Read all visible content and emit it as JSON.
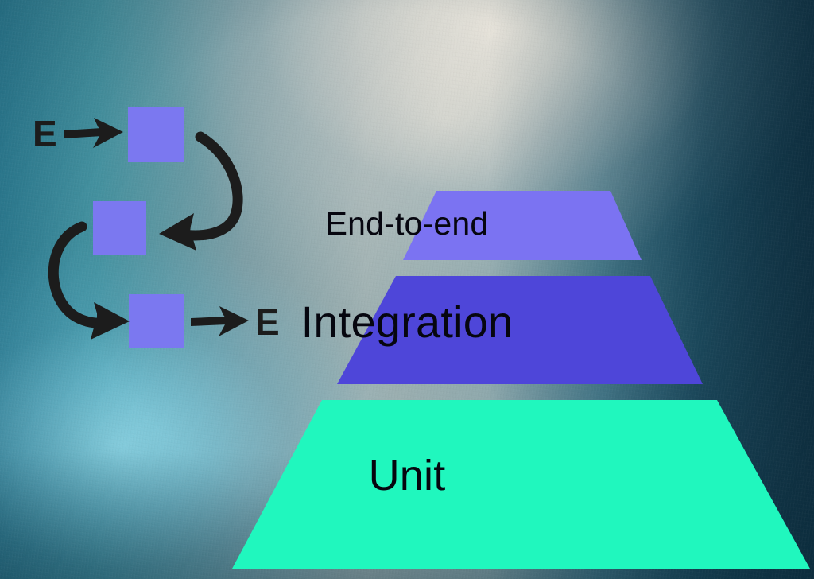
{
  "scene": {
    "title": "Testing pyramid with process flow diagram",
    "background": {
      "kind": "textured-wall-photo",
      "base_color": "#5d8c9b",
      "highlight_color": "#eae4d8",
      "glow_color": "#97e2f3",
      "dark_corner_color": "#16394b"
    }
  },
  "pyramid": {
    "name": "testing-pyramid",
    "tiers": [
      {
        "id": "end-to-end",
        "label": "End-to-end",
        "color": "#7b73f2",
        "level": 3,
        "text_color": "#06060f",
        "font_size": 41
      },
      {
        "id": "integration",
        "label": "Integration",
        "color": "#4e46d9",
        "level": 2,
        "text_color": "#06060f",
        "font_size": 56
      },
      {
        "id": "unit",
        "label": "Unit",
        "color": "#20f7be",
        "level": 1,
        "text_color": "#06060f",
        "font_size": 54
      }
    ]
  },
  "flow_diagram": {
    "name": "process-flow",
    "input_label": "E",
    "output_label": "E",
    "node_color": "#7b78f0",
    "arrow_color": "#1c1c1c",
    "nodes": [
      {
        "id": "node-top",
        "label": ""
      },
      {
        "id": "node-middle",
        "label": ""
      },
      {
        "id": "node-bottom",
        "label": ""
      }
    ],
    "connectors": [
      {
        "id": "arrow-input",
        "kind": "straight",
        "direction": "right"
      },
      {
        "id": "arrow-top-middle",
        "kind": "curved",
        "direction": "left"
      },
      {
        "id": "arrow-middle-bottom",
        "kind": "curved",
        "direction": "right"
      },
      {
        "id": "arrow-output",
        "kind": "straight",
        "direction": "right"
      }
    ]
  }
}
